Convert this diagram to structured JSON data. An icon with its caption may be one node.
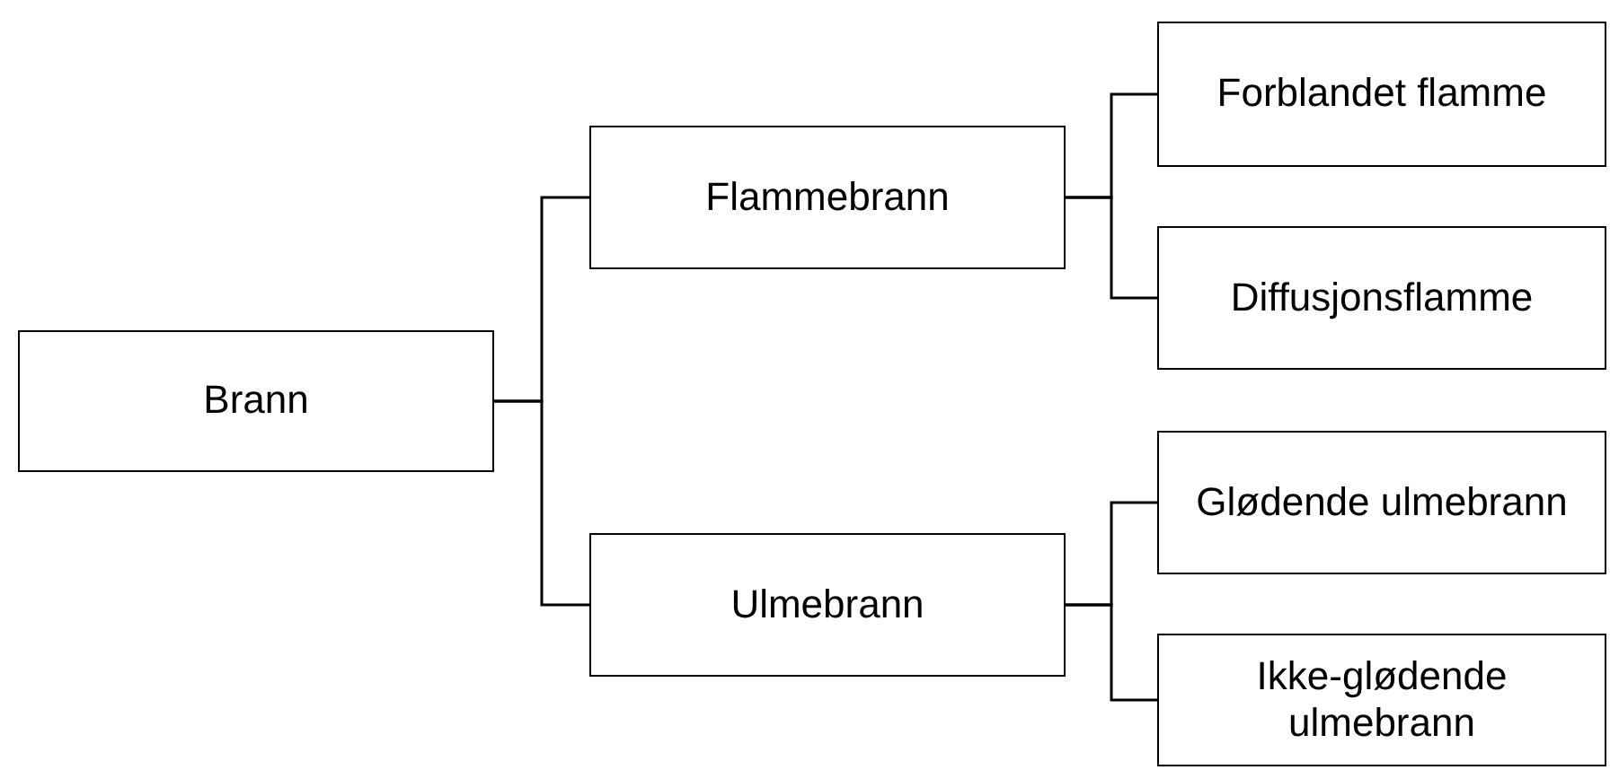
{
  "diagram": {
    "nodes": [
      {
        "text": [
          "Brann"
        ]
      },
      {
        "text": [
          "Flammebrann"
        ]
      },
      {
        "text": [
          "Ulmebrann"
        ]
      },
      {
        "text": [
          "Forblandet flamme"
        ]
      },
      {
        "text": [
          "Diffusjonsflamme"
        ]
      },
      {
        "text": [
          "Glødende ulmebrann"
        ]
      },
      {
        "text": [
          "Ikke-glødende ulmebrann"
        ]
      }
    ],
    "edges": [
      {
        "from": 0,
        "to": 1,
        "arrow": "none"
      },
      {
        "from": 0,
        "to": 2,
        "arrow": "none"
      },
      {
        "from": 1,
        "to": 3,
        "arrow": "none"
      },
      {
        "from": 1,
        "to": 4,
        "arrow": "none"
      },
      {
        "from": 2,
        "to": 5,
        "arrow": "none"
      },
      {
        "from": 2,
        "to": 6,
        "arrow": "none"
      }
    ]
  }
}
